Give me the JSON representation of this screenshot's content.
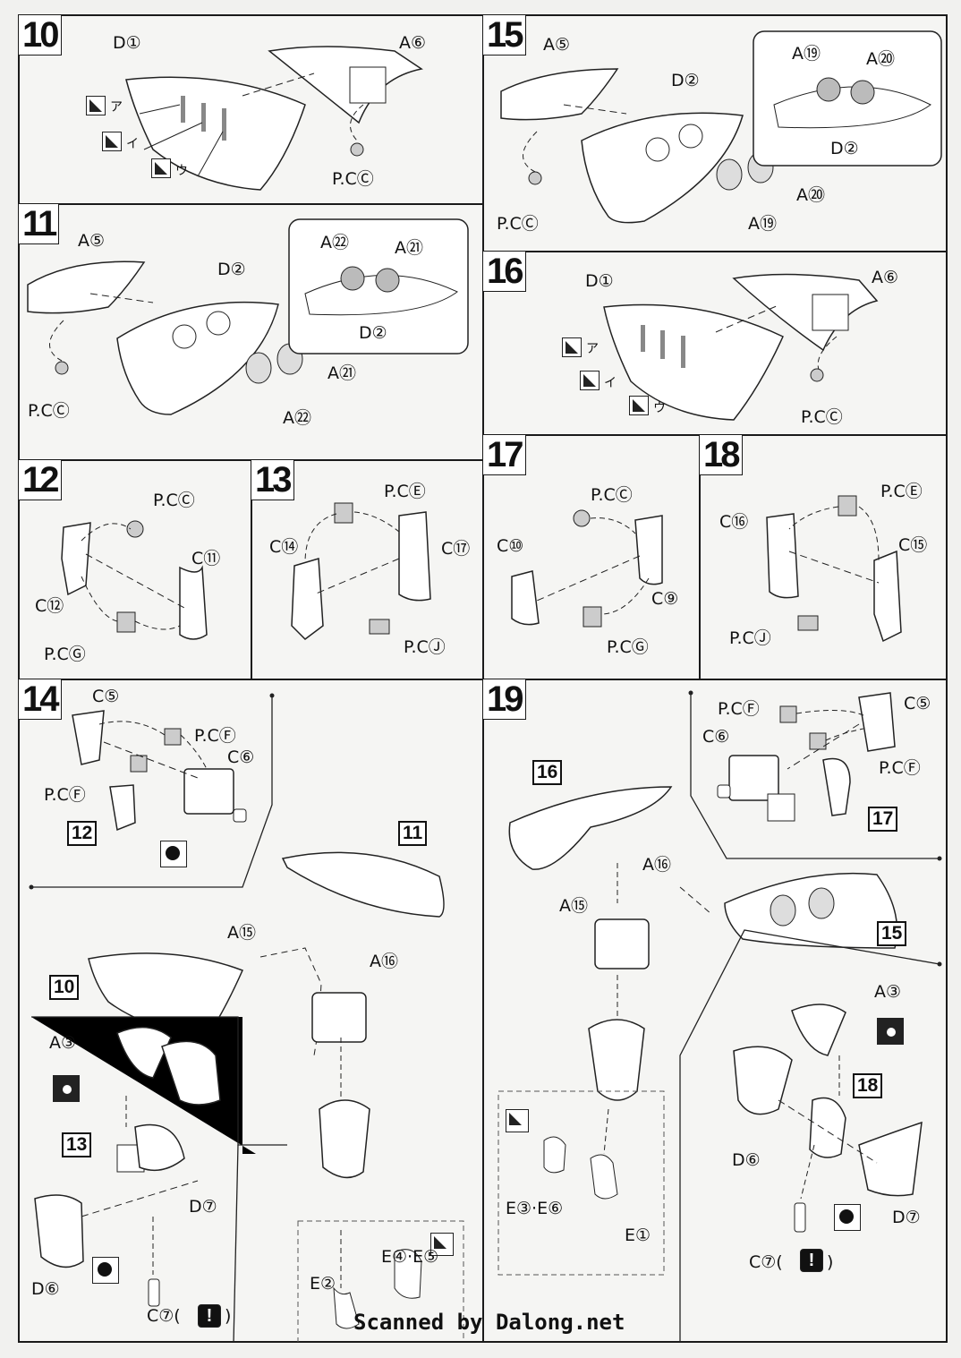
{
  "steps": {
    "s10": {
      "num": "10",
      "labels": {
        "d1": "D①",
        "a6": "A⑥",
        "pc": "P.CⒸ",
        "k1": "ア",
        "k2": "イ",
        "k3": "ウ"
      }
    },
    "s11": {
      "num": "11",
      "labels": {
        "a5": "A⑤",
        "d2": "D②",
        "a22": "A㉒",
        "a21": "A㉑",
        "d2b": "D②",
        "a21b": "A㉑",
        "a22b": "A㉒",
        "pc": "P.CⒸ"
      }
    },
    "s12": {
      "num": "12",
      "labels": {
        "pcc": "P.CⒸ",
        "c11": "C⑪",
        "c12": "C⑫",
        "pcg": "P.CⒼ"
      }
    },
    "s13": {
      "num": "13",
      "labels": {
        "pce": "P.CⒺ",
        "c14": "C⑭",
        "c17": "C⑰",
        "pcj": "P.CⒿ"
      }
    },
    "s14": {
      "num": "14",
      "labels": {
        "c5": "C⑤",
        "pcf1": "P.CⒻ",
        "c6": "C⑥",
        "pcf2": "P.CⒻ",
        "a15": "A⑮",
        "a16": "A⑯",
        "a3": "A③",
        "d7": "D⑦",
        "d6": "D⑥",
        "c7": "C⑦(",
        "c7end": ")",
        "e2": "E②",
        "e45": "E④·E⑤"
      },
      "refs": {
        "r12": "12",
        "r11": "11",
        "r10": "10",
        "r13": "13"
      }
    },
    "s15": {
      "num": "15",
      "labels": {
        "a5": "A⑤",
        "d2": "D②",
        "a19": "A⑲",
        "a20": "A⑳",
        "d2b": "D②",
        "a20b": "A⑳",
        "a19b": "A⑲",
        "pc": "P.CⒸ"
      }
    },
    "s16": {
      "num": "16",
      "labels": {
        "d1": "D①",
        "a6": "A⑥",
        "pc": "P.CⒸ",
        "k1": "ア",
        "k2": "イ",
        "k3": "ウ"
      }
    },
    "s17": {
      "num": "17",
      "labels": {
        "pcc": "P.CⒸ",
        "c10": "C⑩",
        "c9": "C⑨",
        "pcg": "P.CⒼ"
      }
    },
    "s18": {
      "num": "18",
      "labels": {
        "pce": "P.CⒺ",
        "c16": "C⑯",
        "c15": "C⑮",
        "pcj": "P.CⒿ"
      }
    },
    "s19": {
      "num": "19",
      "labels": {
        "pcf1": "P.CⒻ",
        "c5": "C⑤",
        "c6": "C⑥",
        "pcf2": "P.CⒻ",
        "a16": "A⑯",
        "a15": "A⑮",
        "a3": "A③",
        "d6": "D⑥",
        "d7": "D⑦",
        "c7": "C⑦(",
        "c7end": ")",
        "e36": "E③·E⑥",
        "e1": "E①"
      },
      "refs": {
        "r16": "16",
        "r17": "17",
        "r15": "15",
        "r18": "18"
      }
    }
  },
  "icons": {
    "caution": "exclamation-icon",
    "cut": "cut-icon",
    "paint": "circle-dot-icon"
  },
  "footer": "Scanned by Dalong.net"
}
